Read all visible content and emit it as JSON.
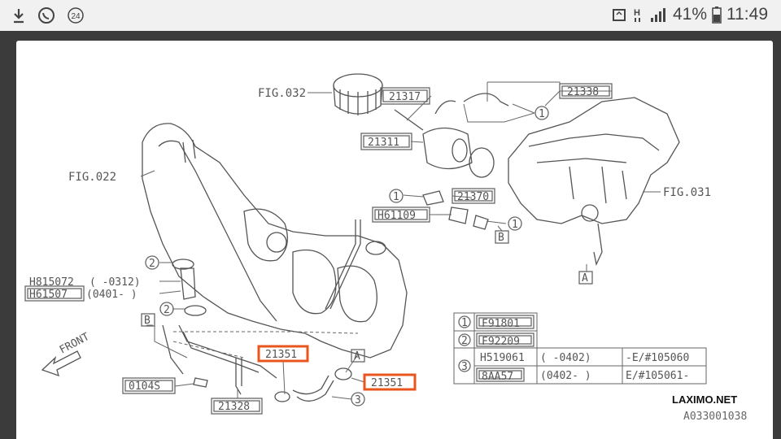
{
  "status_bar": {
    "notification_count": "24",
    "network_label": "H",
    "battery": "41%",
    "time": "11:49"
  },
  "diagram": {
    "fig_labels": [
      "FIG.032",
      "FIG.022",
      "FIG.031"
    ],
    "part_numbers": {
      "p21317": "21317",
      "p21338": "21338",
      "p21311": "21311",
      "p21370": "21370",
      "p61109": "H61109",
      "h815072": "H815072",
      "h815072_range": "( -0312)",
      "h61507": "H61507",
      "h61507_range": "(0401- )",
      "p21351_a": "21351",
      "p21351_b": "21351",
      "p0104s": "0104S",
      "p21328": "21328"
    },
    "callouts": {
      "c1": "1",
      "c2": "2",
      "c3": "3",
      "ref_a": "A",
      "ref_b": "B"
    },
    "front_label": "FRONT",
    "legend": {
      "row1_num": "1",
      "row1_part": "F91801",
      "row2_num": "2",
      "row2_part": "F92209",
      "row3_num": "3",
      "row3_part1": "H519061",
      "row3_range1": "( -0402)",
      "row3_vin1": "-E/#105060",
      "row3_part2": "8AA57",
      "row3_range2": "(0402- )",
      "row3_vin2": "E/#105061-"
    }
  },
  "watermark": {
    "brand": "LAXIMO.NET",
    "code": "A033001038"
  },
  "colors": {
    "highlight": "#e8561e",
    "line": "#666666"
  }
}
